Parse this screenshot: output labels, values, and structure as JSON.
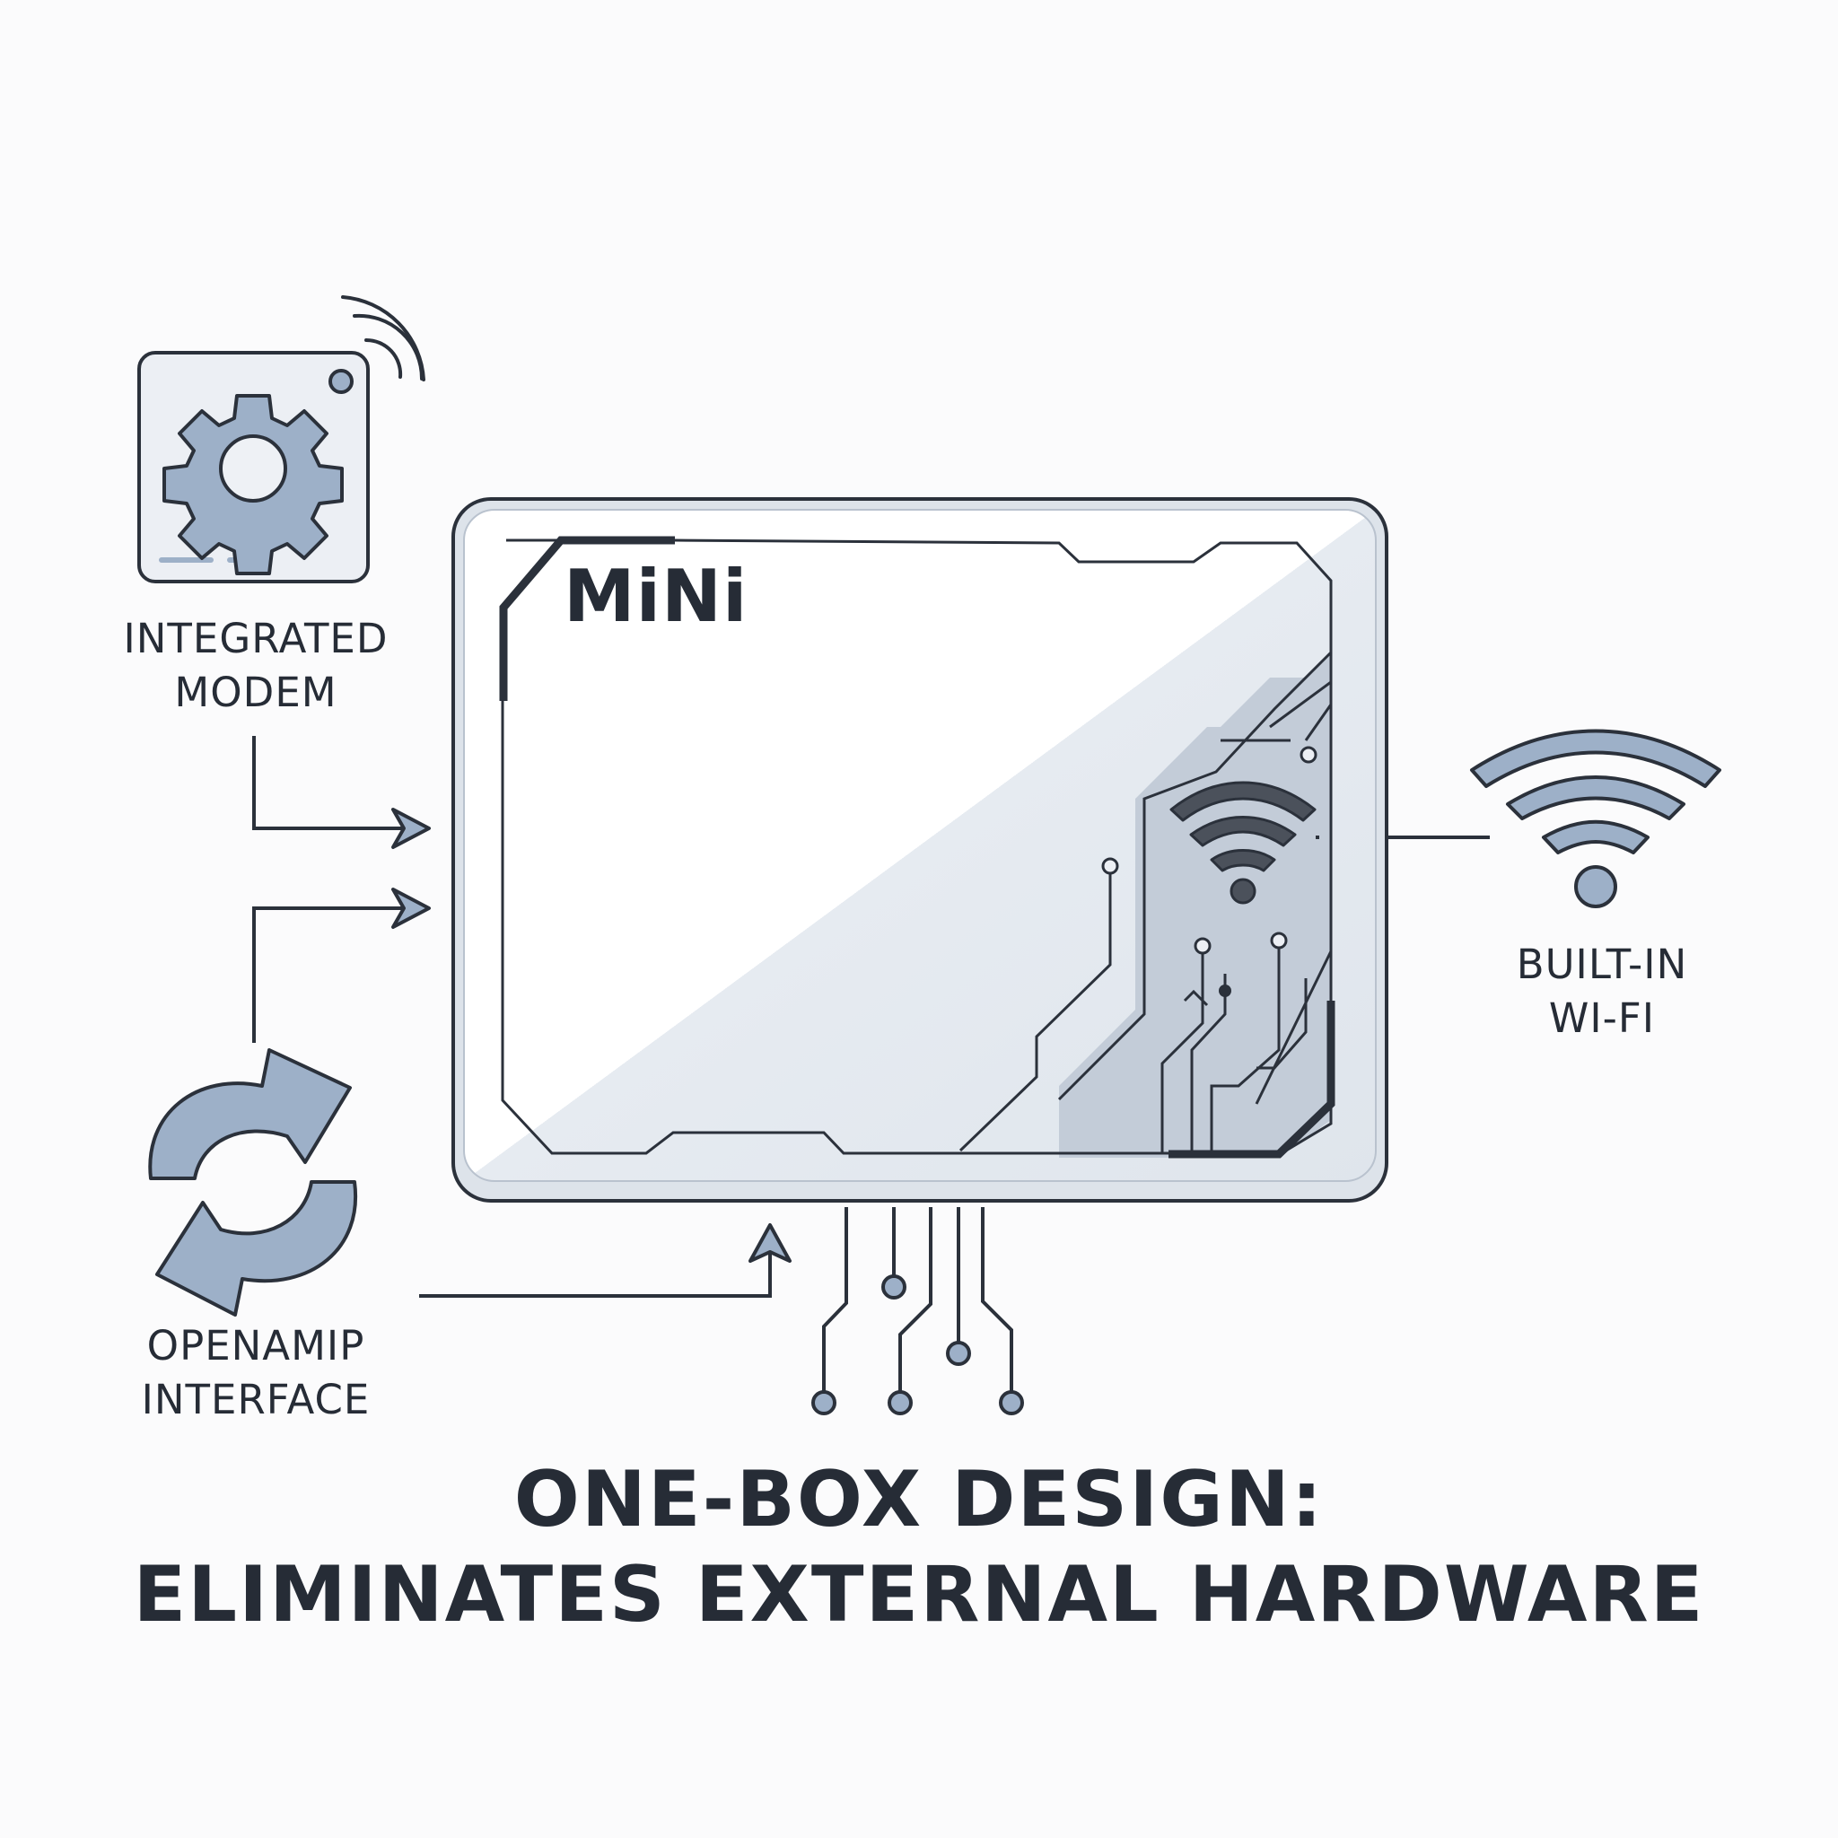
{
  "device": {
    "brand": "MiNi"
  },
  "features": {
    "modem": {
      "line1": "INTEGRATED",
      "line2": "MODEM",
      "icon": "gear-icon"
    },
    "openamp": {
      "line1": "OPENAMIP",
      "line2": "INTERFACE",
      "icon": "refresh-cycle-icon"
    },
    "wifi": {
      "line1": "BUILT-IN",
      "line2": "WI-FI",
      "icon": "wifi-icon"
    }
  },
  "title": {
    "line1": "ONE-BOX DESIGN:",
    "line2": "ELIMINATES EXTERNAL HARDWARE"
  },
  "colors": {
    "outline": "#2b313b",
    "accent_fill": "#9db0c8",
    "panel_fill": "#eceff4",
    "circuit_fill": "#c3ccd8"
  }
}
